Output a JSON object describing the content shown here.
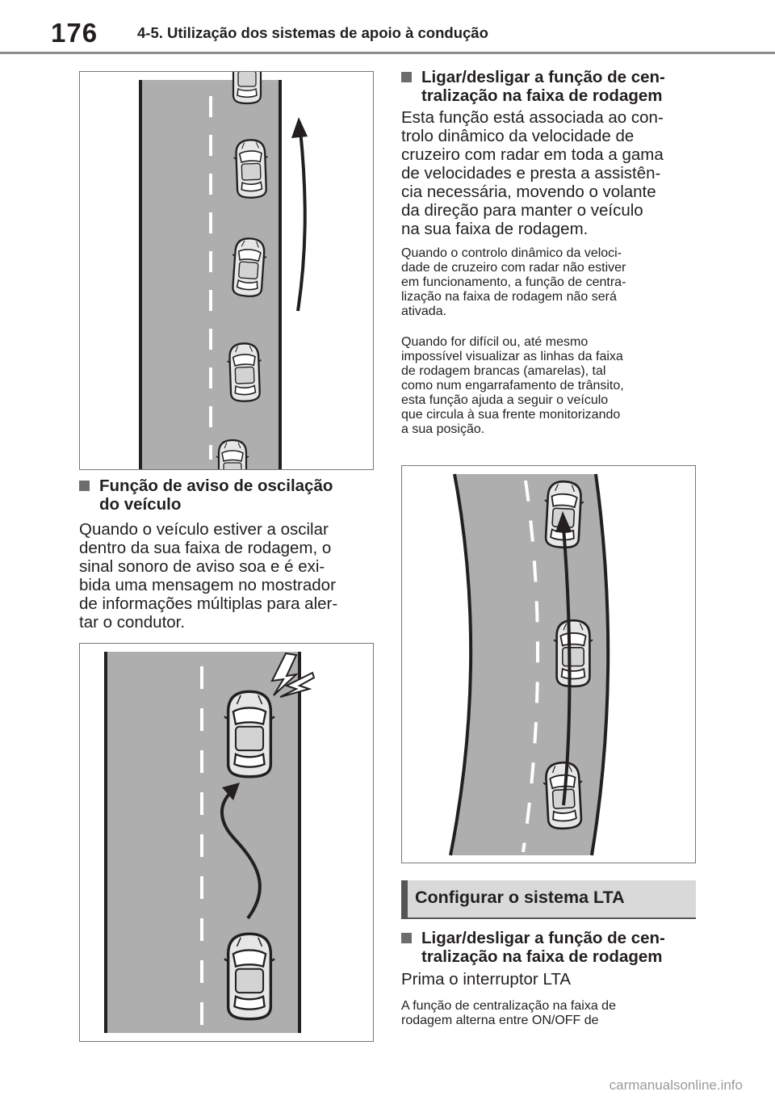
{
  "header": {
    "page_number": "176",
    "chapter_title": "4-5. Utilização dos sistemas de apoio à condução"
  },
  "left_column": {
    "oscillation": {
      "heading_line1": "Função de aviso de oscilação",
      "heading_line2": "do veículo",
      "body_lines": [
        "Quando o veículo estiver a oscilar",
        "dentro da sua faixa de rodagem, o",
        "sinal sonoro de aviso soa e é exi-",
        "bida uma mensagem no mostrador",
        "de informações múltiplas para aler-",
        "tar o condutor."
      ]
    }
  },
  "right_column": {
    "centering": {
      "heading_line1": "Ligar/desligar a função de cen-",
      "heading_line2": "tralização na faixa de rodagem",
      "body_lines": [
        "Esta função está associada ao con-",
        "trolo dinâmico da velocidade de",
        "cruzeiro com radar em toda a gama",
        "de velocidades e presta a assistên-",
        "cia necessária, movendo o volante",
        "da direção para manter o veículo",
        "na sua faixa de rodagem."
      ],
      "note1_lines": [
        "Quando o controlo dinâmico da veloci-",
        "dade de cruzeiro com radar não estiver",
        "em funcionamento, a função de centra-",
        "lização na faixa de rodagem não será",
        "ativada."
      ],
      "note2_lines": [
        "Quando for difícil ou, até mesmo",
        "impossível visualizar as linhas da faixa",
        "de rodagem brancas (amarelas), tal",
        "como num engarrafamento de trânsito,",
        "esta função ajuda a seguir o veículo",
        "que circula à sua frente monitorizando",
        "a sua posição."
      ]
    },
    "section": {
      "title": "Configurar o sistema LTA"
    },
    "centering2": {
      "heading_line1": "Ligar/desligar a função de cen-",
      "heading_line2": "tralização na faixa de rodagem",
      "body": "Prima o interruptor LTA",
      "note_lines": [
        "A função de centralização na faixa de",
        "rodagem alterna entre ON/OFF de"
      ]
    }
  },
  "watermark": "carmanualsonline.info",
  "colors": {
    "road": "#aeaeae",
    "road_edge": "#231f20",
    "lane_mark": "#ffffff",
    "car_fill": "#e6e6e6",
    "section_band": "#d9d9d9",
    "header_rule": "#8c8c8c"
  },
  "icons": [
    "square-bullet-icon",
    "car-icon",
    "arrow-icon",
    "warning-lightning-icon"
  ]
}
